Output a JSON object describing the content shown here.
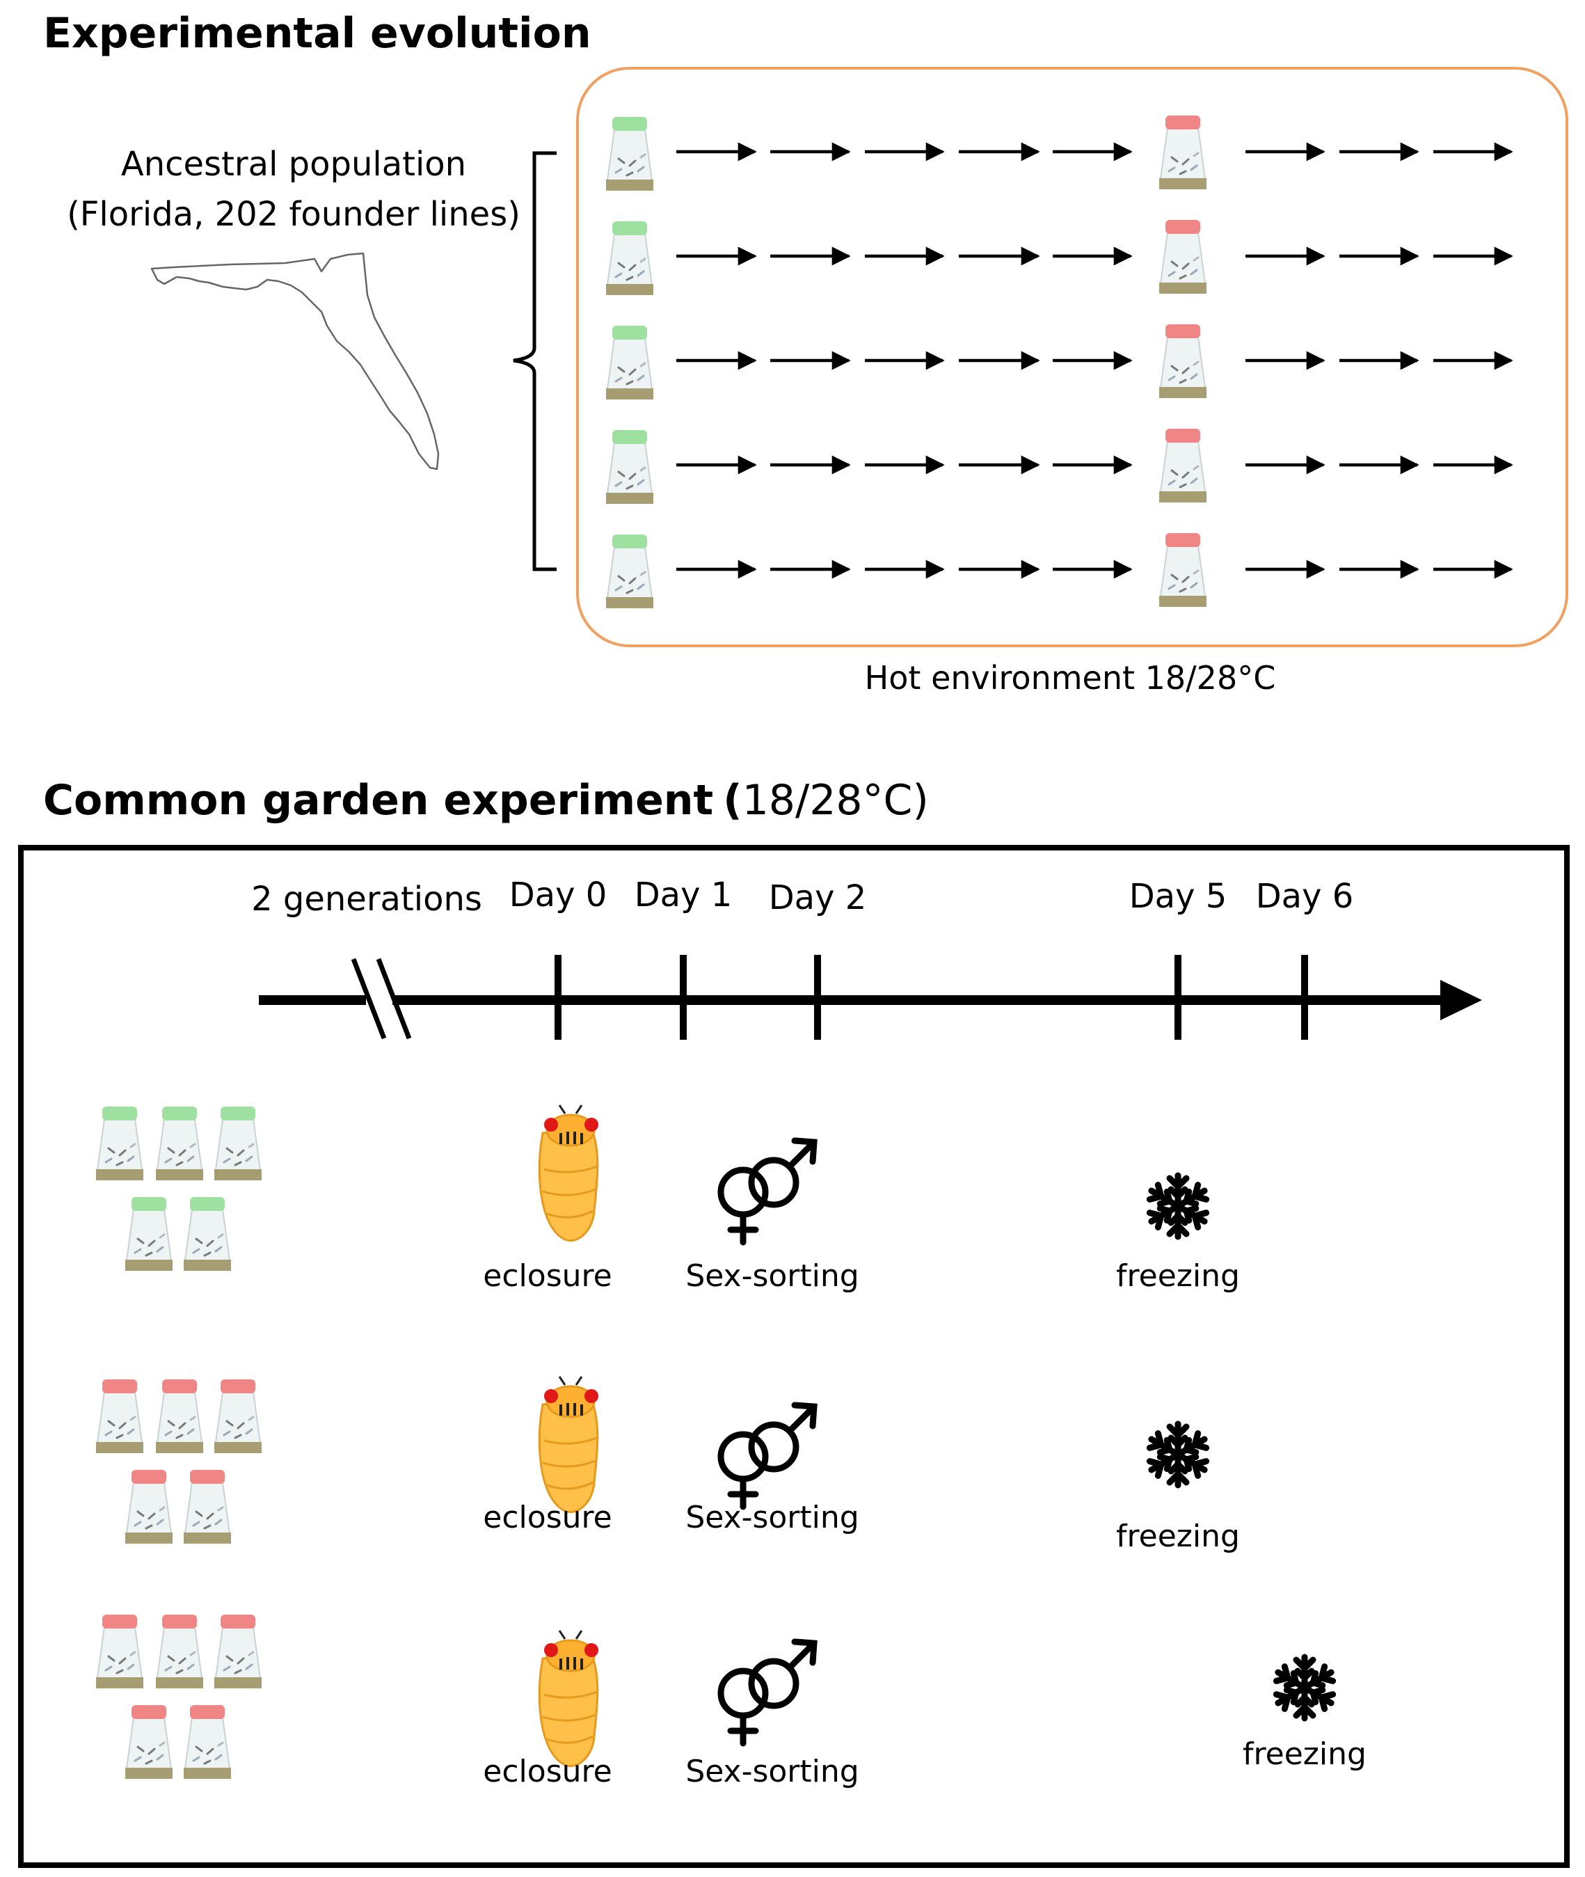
{
  "section1": {
    "title": "Experimental evolution",
    "ancestral_line1": "Ancestral population",
    "ancestral_line2": "(Florida, 202 founder lines)",
    "environment_label": "Hot environment 18/28°C",
    "replicate_count": 5
  },
  "section2": {
    "title_bold": "Common garden experiment",
    "title_open_paren": "(",
    "title_rest": "18/28°C)",
    "timeline": {
      "pre_label": "2 generations",
      "day_labels": [
        "Day 0",
        "Day 1",
        "Day 2",
        "Day 5",
        "Day 6"
      ]
    },
    "rows": [
      {
        "vial_cap": "green",
        "eclosure": "eclosure",
        "sorting": "Sex-sorting",
        "freezing": "freezing"
      },
      {
        "vial_cap": "red",
        "eclosure": "eclosure",
        "sorting": "Sex-sorting",
        "freezing": "freezing"
      },
      {
        "vial_cap": "red",
        "eclosure": "eclosure",
        "sorting": "Sex-sorting",
        "freezing": "freezing"
      }
    ]
  },
  "colors": {
    "green_cap": "#9ee0a0",
    "red_cap": "#f08585",
    "hot_box_border": "#f0a060",
    "fly_body": "#ffc04a",
    "fly_eye": "#e01818"
  }
}
